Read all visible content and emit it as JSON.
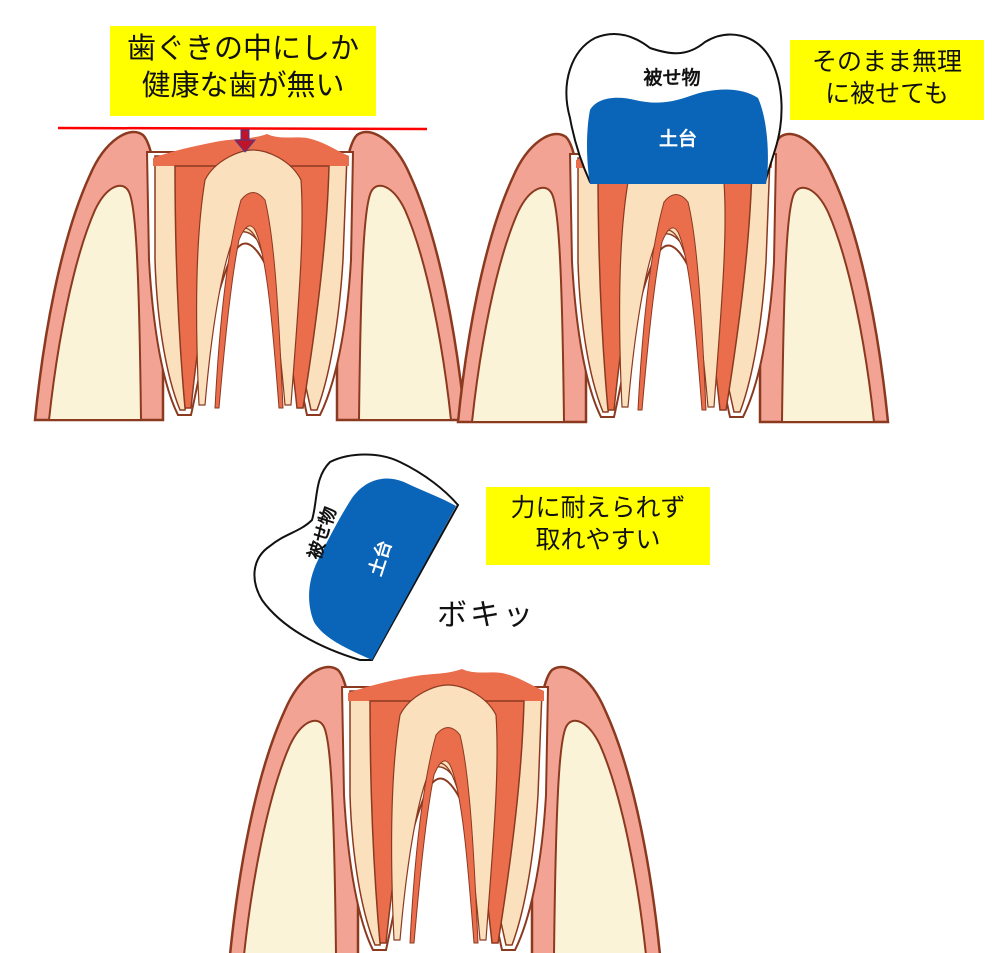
{
  "callouts": {
    "healthy_tooth_lacking": {
      "line1": "歯ぐきの中にしか",
      "line2": "健康な歯が無い"
    },
    "cover_forcibly": {
      "line1": "そのまま無理",
      "line2": "に被せても"
    },
    "comes_off_easily": {
      "line1": "力に耐えられず",
      "line2": "取れやすい"
    }
  },
  "labels": {
    "crown": "被せ物",
    "core": "土台",
    "crack_sound": "ボキッ"
  },
  "colors": {
    "callout_bg": "#ffff00",
    "gumline": "#ff0000",
    "arrow": "#c0142a",
    "gum": "#f2a394",
    "gum_outline": "#8b3a20",
    "bone": "#fbf3d8",
    "dentin": "#fbe0bd",
    "pulp": "#ea6d4c",
    "core_blue": "#0a64b8",
    "crown_white": "#ffffff"
  }
}
